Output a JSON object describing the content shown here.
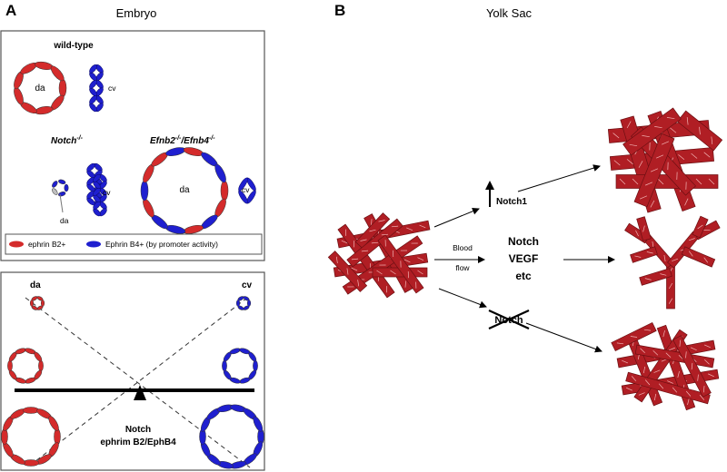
{
  "panel_a": {
    "letter": "A",
    "title": "Embryo",
    "wild_type_label": "wild-type",
    "notch_label": "Notch",
    "notch_sup": "-/-",
    "efnb2_label": "Efnb2",
    "efnb2_sup": "-/-",
    "efnb4_label": "Efnb4",
    "efnb4_sup": "-/-",
    "da_label": "da",
    "cv_label": "cv",
    "legend": {
      "red_label": "ephrin B2+",
      "blue_label": "Ephrin B4+ (by promoter activity)"
    },
    "balance": {
      "da_label": "da",
      "cv_label": "cv",
      "fulcrum_line1": "Notch",
      "fulcrum_line2": "ephrim B2/EphB4"
    }
  },
  "panel_b": {
    "letter": "B",
    "title": "Yolk Sac",
    "notch1_label": "Notch1",
    "blood_label": "Blood",
    "flow_label": "flow",
    "notch_label": "Notch",
    "vegf_label": "VEGF",
    "etc_label": "etc",
    "crossed_label": "Notch"
  },
  "colors": {
    "red": "#d42b2b",
    "blue": "#1f1fcf",
    "vessel_red": "#b01e24",
    "vessel_dark": "#6b0f12"
  }
}
